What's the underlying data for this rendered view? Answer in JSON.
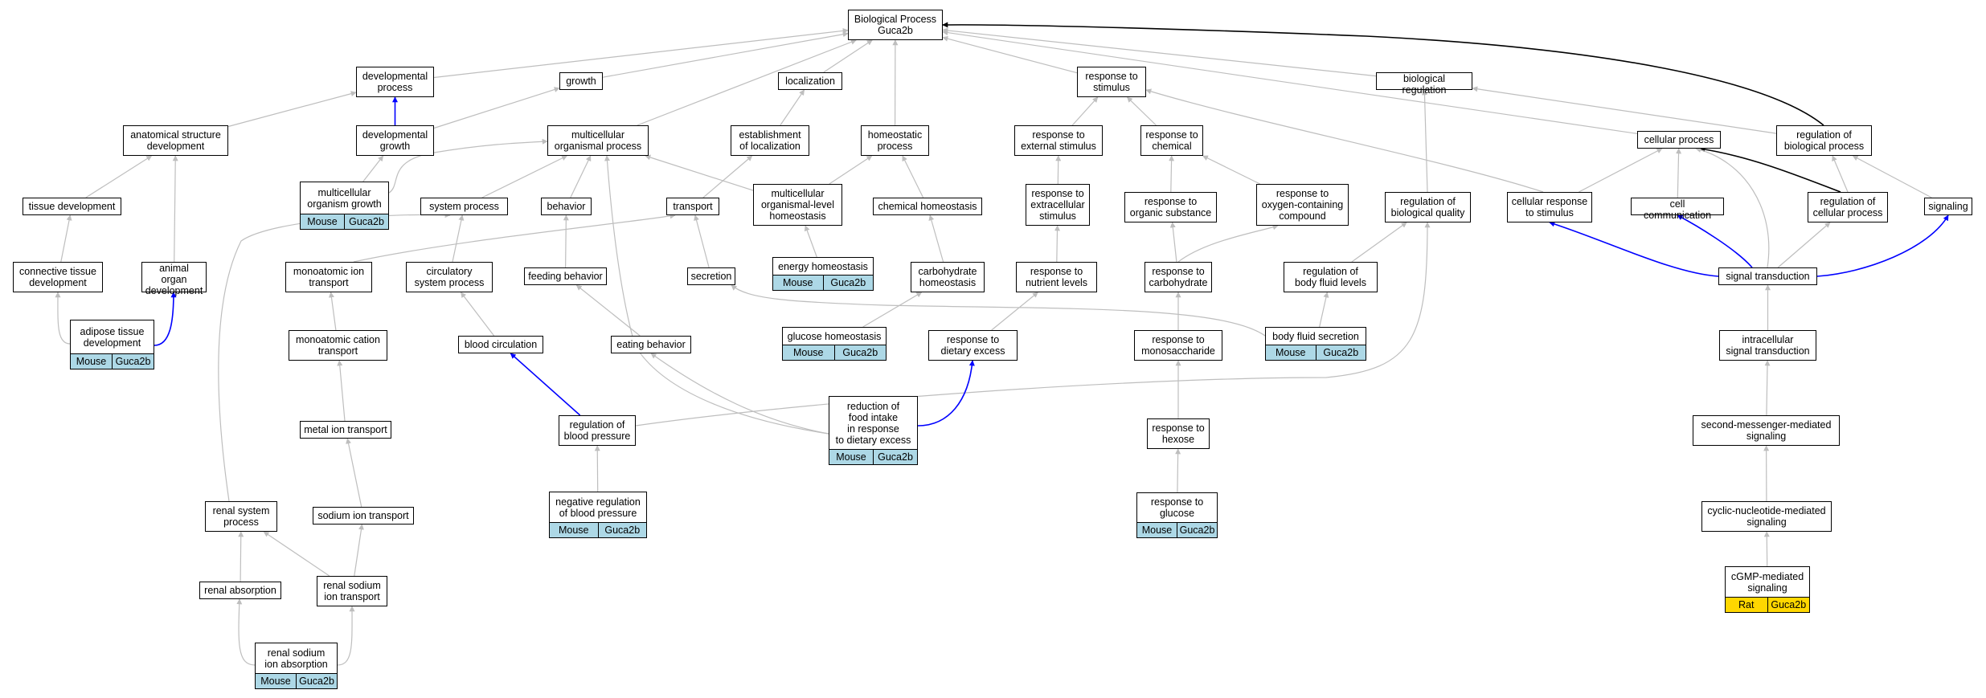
{
  "colors": {
    "edge_gray": "#bebebe",
    "edge_blue": "#0000ff",
    "edge_black": "#000000",
    "mouse_tag": "#add8e6",
    "rat_tag": "#ffd700"
  },
  "nodes": {
    "bp": "Biological Process\nGuca2b",
    "dev_process": "developmental\nprocess",
    "growth": "growth",
    "localization": "localization",
    "resp_stimulus": "response to\nstimulus",
    "bio_reg": "biological regulation",
    "anat_dev": "anatomical structure\ndevelopment",
    "dev_growth": "developmental\ngrowth",
    "multi_proc": "multicellular\norganismal process",
    "estab_loc": "establishment\nof localization",
    "homeo_proc": "homeostatic\nprocess",
    "resp_ext": "response to\nexternal stimulus",
    "resp_chem": "response to\nchemical",
    "cell_proc": "cellular process",
    "reg_bio_proc": "regulation of\nbiological process",
    "tissue_dev": "tissue development",
    "mult_org_growth": "multicellular\norganism growth",
    "system_proc": "system process",
    "behavior": "behavior",
    "transport": "transport",
    "multi_homeo": "multicellular\norganismal-level\nhomeostasis",
    "chem_homeo": "chemical homeostasis",
    "resp_extra": "response to\nextracellular\nstimulus",
    "resp_org": "response to\norganic substance",
    "resp_oxy": "response to\noxygen-containing\ncompound",
    "reg_bio_qual": "regulation of\nbiological quality",
    "cell_resp": "cellular response\nto stimulus",
    "cell_comm": "cell communication",
    "reg_cell_proc": "regulation of\ncellular process",
    "signaling": "signaling",
    "conn_tissue": "connective tissue\ndevelopment",
    "animal_organ": "animal organ\ndevelopment",
    "mono_ion": "monoatomic ion\ntransport",
    "circ_sys": "circulatory\nsystem process",
    "feeding": "feeding behavior",
    "secretion": "secretion",
    "energy_homeo": "energy homeostasis",
    "carb_homeo": "carbohydrate\nhomeostasis",
    "resp_nutr": "response to\nnutrient levels",
    "resp_carb": "response to\ncarbohydrate",
    "reg_body_fluid": "regulation of\nbody fluid levels",
    "signal_trans": "signal transduction",
    "adipose": "adipose tissue\ndevelopment",
    "mono_cation": "monoatomic cation\ntransport",
    "blood_circ": "blood circulation",
    "eating": "eating behavior",
    "glucose_homeo": "glucose homeostasis",
    "resp_diet": "response to\ndietary excess",
    "resp_mono": "response to\nmonosaccharide",
    "body_fluid_sec": "body fluid secretion",
    "intra_signal": "intracellular\nsignal transduction",
    "metal_ion": "metal ion transport",
    "reg_bp": "regulation of\nblood pressure",
    "reduction": "reduction of\nfood intake\nin response\nto dietary excess",
    "resp_hexose": "response to\nhexose",
    "second_msg": "second-messenger-mediated\nsignaling",
    "renal_sys": "renal system\nprocess",
    "sodium_ion": "sodium ion transport",
    "neg_reg_bp": "negative regulation\nof blood pressure",
    "resp_glucose": "response to\nglucose",
    "cyclic_nuc": "cyclic-nucleotide-mediated\nsignaling",
    "renal_abs": "renal absorption",
    "renal_sodium_tr": "renal sodium\nion transport",
    "cgmp": "cGMP-mediated\nsignaling",
    "renal_sodium_abs": "renal sodium\nion absorption"
  },
  "tags": {
    "species_mouse": "Mouse",
    "species_rat": "Rat",
    "gene": "Guca2b"
  },
  "annotated": {
    "mult_org_growth": "Mouse",
    "energy_homeo": "Mouse",
    "adipose": "Mouse",
    "glucose_homeo": "Mouse",
    "body_fluid_sec": "Mouse",
    "reduction": "Mouse",
    "neg_reg_bp": "Mouse",
    "resp_glucose": "Mouse",
    "cgmp": "Rat",
    "renal_sodium_abs": "Mouse"
  },
  "edges": [
    [
      "dev_process",
      "bp",
      "gray"
    ],
    [
      "growth",
      "bp",
      "gray"
    ],
    [
      "localization",
      "bp",
      "gray"
    ],
    [
      "resp_stimulus",
      "bp",
      "gray"
    ],
    [
      "bio_reg",
      "bp",
      "gray"
    ],
    [
      "multi_proc",
      "bp",
      "gray"
    ],
    [
      "homeo_proc",
      "bp",
      "gray"
    ],
    [
      "cell_proc",
      "bp",
      "gray"
    ],
    [
      "reg_bio_proc",
      "bp",
      "black"
    ],
    [
      "anat_dev",
      "dev_process",
      "gray"
    ],
    [
      "dev_growth",
      "dev_process",
      "blue"
    ],
    [
      "dev_growth",
      "growth",
      "gray"
    ],
    [
      "tissue_dev",
      "anat_dev",
      "gray"
    ],
    [
      "animal_organ",
      "anat_dev",
      "gray"
    ],
    [
      "conn_tissue",
      "tissue_dev",
      "gray"
    ],
    [
      "adipose",
      "conn_tissue",
      "gray"
    ],
    [
      "adipose",
      "animal_organ",
      "blue"
    ],
    [
      "mult_org_growth",
      "dev_growth",
      "gray"
    ],
    [
      "mult_org_growth",
      "multi_proc",
      "gray"
    ],
    [
      "system_proc",
      "multi_proc",
      "gray"
    ],
    [
      "behavior",
      "multi_proc",
      "gray"
    ],
    [
      "multi_homeo",
      "multi_proc",
      "gray"
    ],
    [
      "multi_homeo",
      "homeo_proc",
      "gray"
    ],
    [
      "estab_loc",
      "localization",
      "gray"
    ],
    [
      "transport",
      "estab_loc",
      "gray"
    ],
    [
      "chem_homeo",
      "homeo_proc",
      "gray"
    ],
    [
      "energy_homeo",
      "multi_homeo",
      "gray"
    ],
    [
      "carb_homeo",
      "chem_homeo",
      "gray"
    ],
    [
      "glucose_homeo",
      "carb_homeo",
      "gray"
    ],
    [
      "resp_ext",
      "resp_stimulus",
      "gray"
    ],
    [
      "resp_chem",
      "resp_stimulus",
      "gray"
    ],
    [
      "resp_extra",
      "resp_ext",
      "gray"
    ],
    [
      "resp_nutr",
      "resp_extra",
      "gray"
    ],
    [
      "resp_diet",
      "resp_nutr",
      "gray"
    ],
    [
      "resp_org",
      "resp_chem",
      "gray"
    ],
    [
      "resp_oxy",
      "resp_chem",
      "gray"
    ],
    [
      "resp_carb",
      "resp_org",
      "gray"
    ],
    [
      "resp_carb",
      "resp_oxy",
      "gray"
    ],
    [
      "resp_mono",
      "resp_carb",
      "gray"
    ],
    [
      "resp_hexose",
      "resp_mono",
      "gray"
    ],
    [
      "resp_glucose",
      "resp_hexose",
      "gray"
    ],
    [
      "reg_bio_qual",
      "bio_reg",
      "gray"
    ],
    [
      "reg_body_fluid",
      "reg_bio_qual",
      "gray"
    ],
    [
      "body_fluid_sec",
      "reg_body_fluid",
      "gray"
    ],
    [
      "body_fluid_sec",
      "secretion",
      "gray"
    ],
    [
      "secretion",
      "transport",
      "gray"
    ],
    [
      "cell_resp",
      "cell_proc",
      "gray"
    ],
    [
      "cell_resp",
      "resp_stimulus",
      "gray"
    ],
    [
      "cell_comm",
      "cell_proc",
      "gray"
    ],
    [
      "reg_cell_proc",
      "cell_proc",
      "black"
    ],
    [
      "reg_cell_proc",
      "reg_bio_proc",
      "gray"
    ],
    [
      "reg_bio_proc",
      "bio_reg",
      "gray"
    ],
    [
      "signaling",
      "reg_bio_proc",
      "gray"
    ],
    [
      "signal_trans",
      "cell_resp",
      "blue"
    ],
    [
      "signal_trans",
      "cell_comm",
      "blue"
    ],
    [
      "signal_trans",
      "signaling",
      "blue"
    ],
    [
      "signal_trans",
      "reg_cell_proc",
      "gray"
    ],
    [
      "signal_trans",
      "cell_proc",
      "gray"
    ],
    [
      "intra_signal",
      "signal_trans",
      "gray"
    ],
    [
      "second_msg",
      "intra_signal",
      "gray"
    ],
    [
      "cyclic_nuc",
      "second_msg",
      "gray"
    ],
    [
      "cgmp",
      "cyclic_nuc",
      "gray"
    ],
    [
      "circ_sys",
      "system_proc",
      "gray"
    ],
    [
      "blood_circ",
      "circ_sys",
      "gray"
    ],
    [
      "reg_bp",
      "blood_circ",
      "blue"
    ],
    [
      "reg_bp",
      "reg_bio_qual",
      "gray"
    ],
    [
      "neg_reg_bp",
      "reg_bp",
      "gray"
    ],
    [
      "feeding",
      "behavior",
      "gray"
    ],
    [
      "eating",
      "feeding",
      "gray"
    ],
    [
      "reduction",
      "eating",
      "gray"
    ],
    [
      "reduction",
      "resp_diet",
      "blue"
    ],
    [
      "reduction",
      "multi_proc",
      "gray"
    ],
    [
      "mono_ion",
      "transport",
      "gray"
    ],
    [
      "mono_cation",
      "mono_ion",
      "gray"
    ],
    [
      "metal_ion",
      "mono_cation",
      "gray"
    ],
    [
      "sodium_ion",
      "metal_ion",
      "gray"
    ],
    [
      "renal_sodium_tr",
      "sodium_ion",
      "gray"
    ],
    [
      "renal_sodium_tr",
      "renal_sys",
      "gray"
    ],
    [
      "renal_sys",
      "system_proc",
      "gray"
    ],
    [
      "renal_abs",
      "renal_sys",
      "gray"
    ],
    [
      "renal_sodium_abs",
      "renal_abs",
      "gray"
    ],
    [
      "renal_sodium_abs",
      "renal_sodium_tr",
      "gray"
    ]
  ]
}
